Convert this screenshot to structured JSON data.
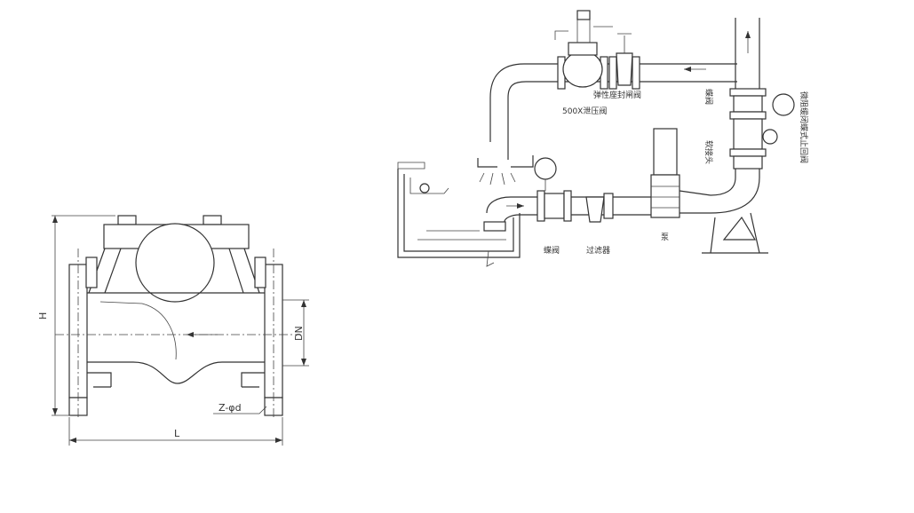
{
  "left_drawing": {
    "dim_h": "H",
    "dim_dn": "DN",
    "dim_l": "L",
    "dim_bolts": "Z-φd"
  },
  "system_diagram": {
    "label_gate_valve": "弹性座封闸阀",
    "label_relief_valve": "500X泄压阀",
    "label_butterfly_top": "蝶阀",
    "label_check_valve": "微阻缓闭蝶式止回阀",
    "label_flex_joint": "软接头",
    "label_butterfly_bottom": "蝶阀",
    "label_filter": "过滤器",
    "label_pump": "泵"
  }
}
